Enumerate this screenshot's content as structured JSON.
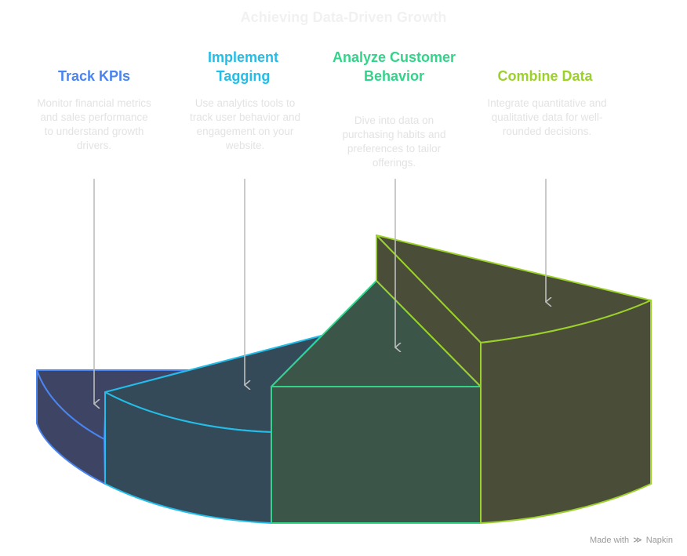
{
  "title": "Achieving Data-Driven Growth",
  "segments": [
    {
      "heading": "Track KPIs",
      "description": "Monitor financial metrics and sales performance to understand growth drivers.",
      "color": "#4a84f0",
      "fill": "#3e4564"
    },
    {
      "heading": "Implement Tagging",
      "description": "Use analytics tools to track user behavior and engagement on your website.",
      "color": "#23bde8",
      "fill": "#344a59"
    },
    {
      "heading": "Analyze Customer Behavior",
      "description": "Dive into data on purchasing habits and preferences to tailor offerings.",
      "color": "#33d48a",
      "fill": "#3b5548"
    },
    {
      "heading": "Combine Data",
      "description": "Integrate quantitative and qualitative data for well-rounded decisions.",
      "color": "#9cd12c",
      "fill": "#4a4d37"
    }
  ],
  "footer": {
    "made_with": "Made with",
    "brand": "Napkin",
    "icon": "napkin-logo-icon"
  }
}
